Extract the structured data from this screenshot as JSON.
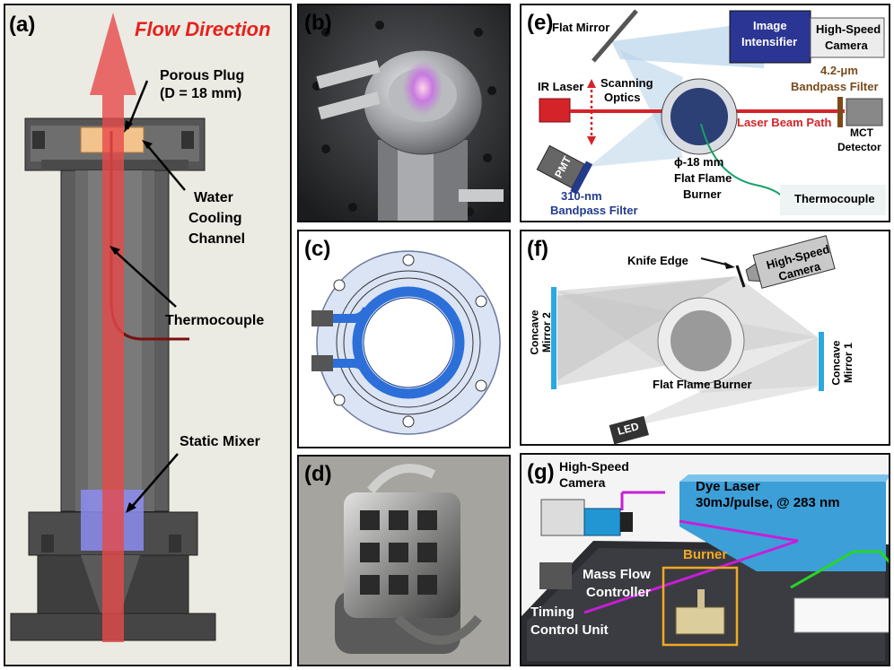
{
  "panels": {
    "a": {
      "label": "(a)",
      "flow_direction": "Flow Direction",
      "porous_plug": "Porous Plug",
      "porous_plug_dim": "(D = 18 mm)",
      "water_cooling_1": "Water",
      "water_cooling_2": "Cooling",
      "water_cooling_3": "Channel",
      "thermocouple": "Thermocouple",
      "static_mixer": "Static Mixer"
    },
    "b": {
      "label": "(b)"
    },
    "c": {
      "label": "(c)"
    },
    "d": {
      "label": "(d)"
    },
    "e": {
      "label": "(e)",
      "flat_mirror": "Flat Mirror",
      "image_intensifier_1": "Image",
      "image_intensifier_2": "Intensifier",
      "high_speed_camera_1": "High-Speed",
      "high_speed_camera_2": "Camera",
      "bandpass_42_1": "4.2-μm",
      "bandpass_42_2": "Bandpass Filter",
      "ir_laser": "IR Laser",
      "scanning_optics_1": "Scanning",
      "scanning_optics_2": "Optics",
      "laser_beam_path": "Laser Beam Path",
      "mct_1": "MCT",
      "mct_2": "Detector",
      "pmt": "PMT",
      "burner_1": "ϕ-18 mm",
      "burner_2": "Flat Flame",
      "burner_3": "Burner",
      "bandpass_310_1": "310-nm",
      "bandpass_310_2": "Bandpass Filter",
      "thermocouple": "Thermocouple"
    },
    "f": {
      "label": "(f)",
      "knife_edge": "Knife Edge",
      "high_speed_camera_1": "High-Speed",
      "high_speed_camera_2": "Camera",
      "concave_mirror_2_1": "Concave",
      "concave_mirror_2_2": "Mirror 2",
      "concave_mirror_1_1": "Concave",
      "concave_mirror_1_2": "Mirror 1",
      "flat_flame_burner": "Flat Flame Burner",
      "led": "LED"
    },
    "g": {
      "label": "(g)",
      "high_speed_camera_1": "High-Speed",
      "high_speed_camera_2": "Camera",
      "dye_laser_1": "Dye Laser",
      "dye_laser_2": "30mJ/pulse, @ 283 nm",
      "burner": "Burner",
      "mass_flow_1": "Mass Flow",
      "mass_flow_2": "Controller",
      "timing_1": "Timing",
      "timing_2": "Control Unit"
    }
  },
  "colors": {
    "flow_arrow": "#e64a4a",
    "flow_text": "#e8201c",
    "plug": "#f2c38d",
    "mixer": "#8c8cf0",
    "intensifier": "#2b3593",
    "laser_red": "#d4242a",
    "bandpass_blue": "#223b8c",
    "bandpass_brown": "#7a4a1a",
    "mirror_blue": "#29a9e0",
    "dye_laser": "#3c9fd8",
    "pump_beam": "#c81ed8",
    "green_beam": "#27d627",
    "burner_box": "#f2a822"
  }
}
